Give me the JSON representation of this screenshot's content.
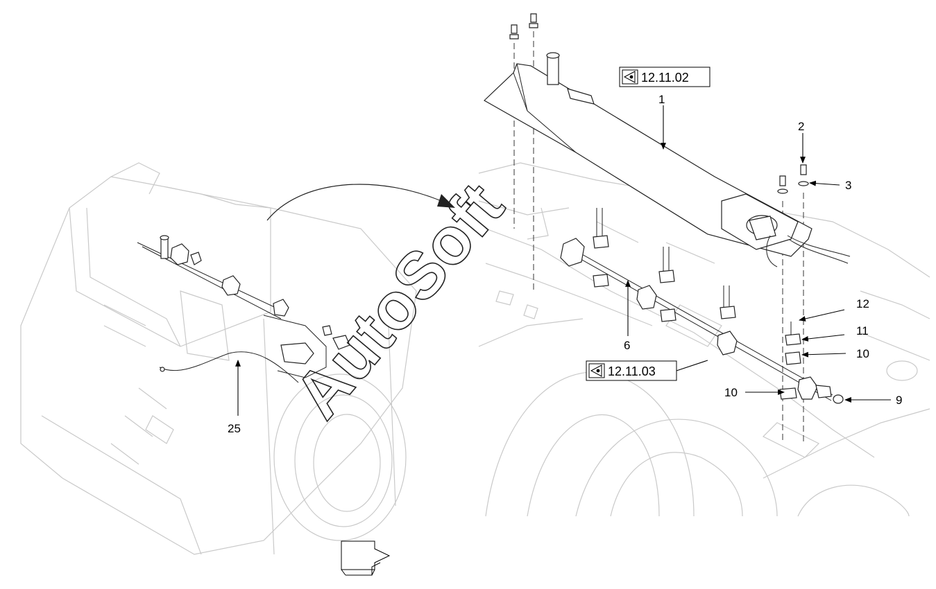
{
  "references": [
    {
      "id": "ref-12-11-02",
      "code": "12.11.02"
    },
    {
      "id": "ref-12-11-03",
      "code": "12.11.03"
    }
  ],
  "callouts": {
    "c1": "1",
    "c2": "2",
    "c3": "3",
    "c6": "6",
    "c9": "9",
    "c10a": "10",
    "c10b": "10",
    "c11": "11",
    "c12": "12",
    "c25": "25"
  },
  "watermark": "AutoSoft",
  "colors": {
    "line": "#222222",
    "background_line": "#c9c9c9",
    "paper": "#ffffff"
  },
  "icons": [
    "eye-view-icon",
    "forward-arrow-icon"
  ]
}
